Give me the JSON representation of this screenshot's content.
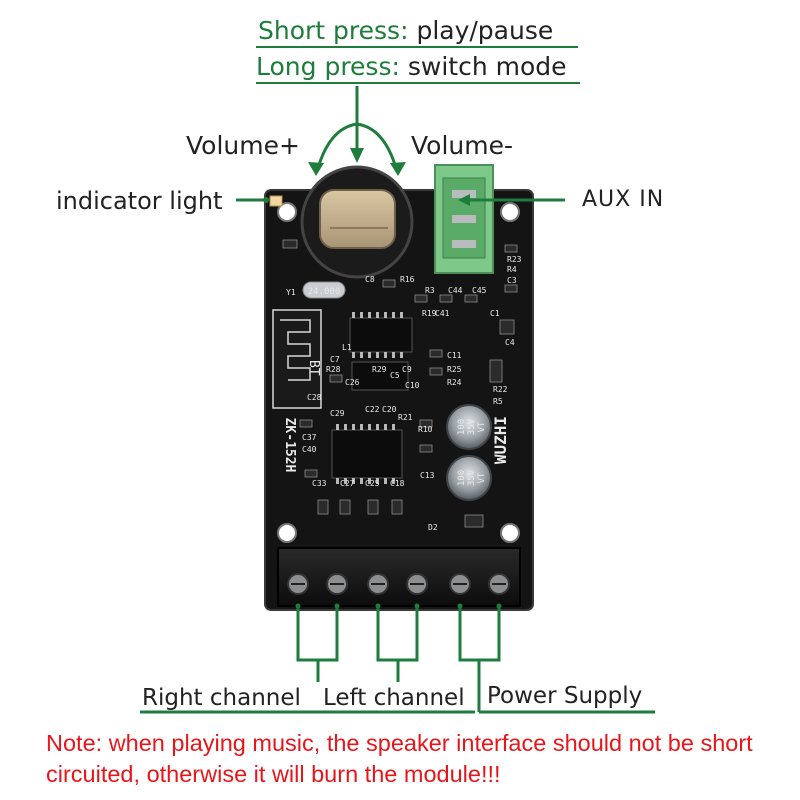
{
  "labels": {
    "short_press_key": "Short press:",
    "short_press_value": " play/pause",
    "long_press_key": "Long press:",
    "long_press_value": " switch mode",
    "volume_up": "Volume+",
    "volume_down": "Volume-",
    "indicator": "indicator light",
    "aux_in": "AUX IN",
    "right_channel": "Right channel",
    "left_channel": "Left channel",
    "power_supply": "Power Supply"
  },
  "note": "Note: when playing music, the speaker interface should not be short circuited, otherwise it will burn the module!!!",
  "board": {
    "model": "ZK-152H",
    "brand": "WUZHI",
    "bt_label": "BT",
    "crystal": "24.000",
    "cap_rating": "100\n35V\nVT",
    "cap_value": "100",
    "cap_voltage": "35V",
    "cap_series": "VT",
    "silkscreen": [
      "C8",
      "R16",
      "Y1",
      "R3",
      "C44",
      "C45",
      "C3",
      "R23",
      "R4",
      "C41",
      "R19",
      "C1",
      "R28",
      "C26",
      "C5",
      "C11",
      "R25",
      "R24",
      "R29",
      "C9",
      "C10",
      "C29",
      "C22",
      "C20",
      "R21",
      "R10",
      "C28",
      "C37",
      "C40",
      "C33",
      "C27",
      "C25",
      "C18",
      "C13",
      "C4",
      "R22",
      "R5",
      "L1",
      "C7",
      "D2"
    ]
  },
  "colors": {
    "accent_green": "#1e7d3c",
    "note_red": "#e8161b",
    "board": "#141414",
    "jack": "#7ec98a"
  }
}
